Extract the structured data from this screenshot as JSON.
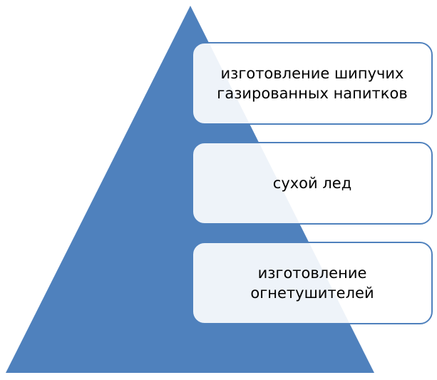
{
  "diagram": {
    "type": "pyramid-list",
    "colors": {
      "pyramid_fill": "#4f81bd",
      "box_border": "#4f81bd",
      "box_fill": "#ffffff",
      "text": "#000000"
    },
    "items": [
      {
        "label": "изготовление шипучих\nгазированных напитков"
      },
      {
        "label": "сухой лед"
      },
      {
        "label": "изготовление\nогнетушителей"
      }
    ]
  }
}
